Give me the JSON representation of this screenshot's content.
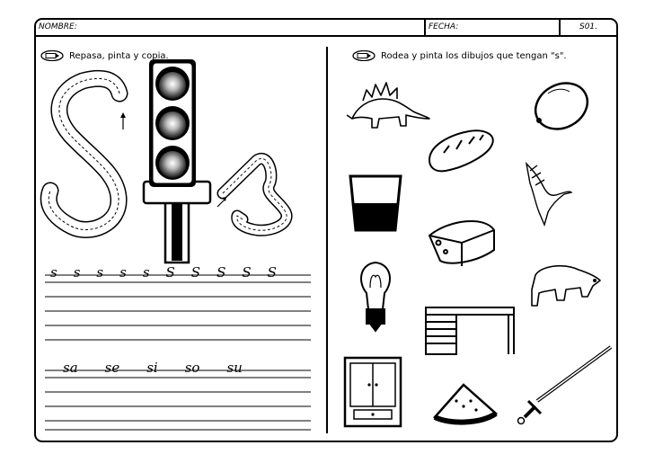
{
  "header": {
    "name_label": "NOMBRE:",
    "date_label": "FECHA:",
    "code": "S01."
  },
  "left": {
    "instruction": "Repasa, pinta y copia.",
    "practice_row_1": [
      "s",
      "s",
      "s",
      "s",
      "s",
      "S",
      "S",
      "S",
      "S",
      "S"
    ],
    "practice_row_2": [
      "sa",
      "se",
      "si",
      "so",
      "su"
    ]
  },
  "right": {
    "instruction": "Rodea y pinta los dibujos que tengan \"s\".",
    "pictures": [
      "dinosaur-icon",
      "lemon-icon",
      "bread-icon",
      "glass-icon",
      "bird-icon",
      "cheese-icon",
      "lightbulb-icon",
      "bear-icon",
      "desk-icon",
      "cabinet-icon",
      "watermelon-icon",
      "sword-icon"
    ]
  }
}
